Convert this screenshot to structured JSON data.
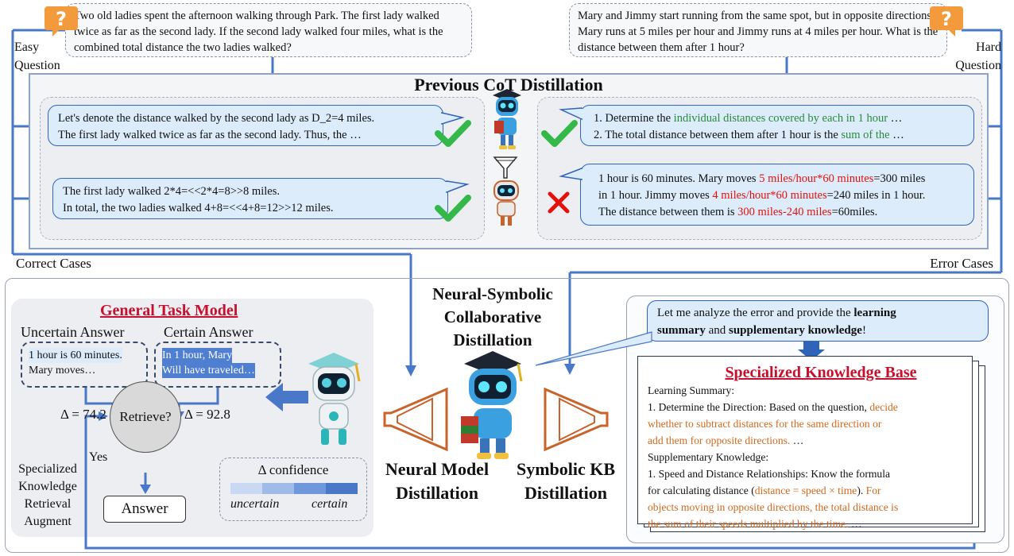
{
  "top": {
    "easy_question": "Two old ladies spent the afternoon walking through Park.  The first lady walked twice as far as the second lady.  If the second lady walked four miles, what is the combined total distance the two ladies walked?",
    "hard_question": "Mary and Jimmy start running from the same spot, but in opposite directions. Mary runs at 5 miles per hour and Jimmy runs at 4 miles per hour. What is the distance between them after 1 hour?",
    "easy_label_1": "Easy",
    "easy_label_2": "Question",
    "hard_label_1": "Hard",
    "hard_label_2": "Question",
    "section_title": "Previous CoT Distillation",
    "correct_cases": "Correct  Cases",
    "error_cases": "Error Cases"
  },
  "left_bubbles": {
    "b1_line1": "Let's denote the distance walked by the second lady as D_2=4 miles.",
    "b1_line2": "The first lady walked twice as far as the second lady. Thus, the …",
    "b2_line1": "The first lady walked 2*4=<<2*4=8>>8 miles.",
    "b2_line2": "In total, the two ladies walked 4+8=<<4+8=12>>12 miles."
  },
  "right_bubbles": {
    "r1_a": "1. Determine the ",
    "r1_b": "individual distances covered by each in 1 hour",
    "r1_c": " …",
    "r1_d": "2. The total distance between them after 1 hour is the ",
    "r1_e": "sum of the",
    "r1_f": " …",
    "r2_a": "1 hour is 60 minutes. Mary moves ",
    "r2_b": "5 miles/hour*60 minutes",
    "r2_c": "=300 miles",
    "r2_d": "in 1 hour. Jimmy moves ",
    "r2_e": "4 miles/hour*60 minutes",
    "r2_f": "=240 miles in 1 hour.",
    "r2_g": "The distance between them is ",
    "r2_h": "300 miles-240 miles",
    "r2_i": "=60miles."
  },
  "bottom": {
    "general_title": "General Task Model",
    "uncertain_answer": "Uncertain Answer",
    "certain_answer": "Certain Answer",
    "uncertain_text_1": "1 hour is 60 minutes.",
    "uncertain_text_2": "Mary moves…",
    "certain_text_1": "In 1 hour, Mary",
    "certain_text_2": "Will have traveled…",
    "delta_left": "Δ = 74.2",
    "delta_right": "Δ = 92.8",
    "retrieve": "Retrieve?",
    "yes": "Yes",
    "answer": "Answer",
    "conf_title": "Δ confidence",
    "conf_uncertain": "uncertain",
    "conf_certain": "certain",
    "sk_1": "Specialized",
    "sk_2": "Knowledge",
    "sk_3": "Retrieval",
    "sk_4": "Augment",
    "center_1": "Neural-Symbolic",
    "center_2": "Collaborative",
    "center_3": "Distillation",
    "nm_1": "Neural Model",
    "nm_2": "Distillation",
    "skb_1": "Symbolic KB",
    "skb_2": "Distillation",
    "analyze_a": "Let me analyze the error and provide the ",
    "analyze_b": "learning",
    "analyze_c": "summary",
    "analyze_d": " and ",
    "analyze_e": "supplementary knowledge",
    "analyze_f": "!",
    "kb_title": "Specialized Knowledge Base",
    "kb_ls": "Learning Summary:",
    "kb_1a": "1. Determine the Direction: Based on the question, ",
    "kb_1b": "decide",
    "kb_1c": "whether to subtract distances for the same direction or",
    "kb_1d": "add them for opposite directions.",
    "kb_1e": " …",
    "kb_sk": "Supplementary Knowledge:",
    "kb_2a": "1. Speed and Distance Relationships: Know the formula",
    "kb_2b": "for calculating distance (",
    "kb_2c": "distance = speed × time",
    "kb_2d": "). ",
    "kb_2e": "For",
    "kb_2f": "objects moving in opposite directions, the total distance is",
    "kb_2g": "the sum of their speeds multiplied by the time.",
    "kb_2h": " …"
  },
  "colors": {
    "accent_blue": "#2f64b9",
    "bubble_fill": "#dcecfb",
    "error_red": "#e3120b",
    "ok_green": "#34b84a",
    "kb_orange": "#d2691e",
    "title_red": "#c8102e"
  },
  "icons": [
    "question-icon",
    "check-icon",
    "cross-icon",
    "robot-icon",
    "funnel-icon",
    "down-arrow-icon",
    "left-arrow-icon"
  ]
}
